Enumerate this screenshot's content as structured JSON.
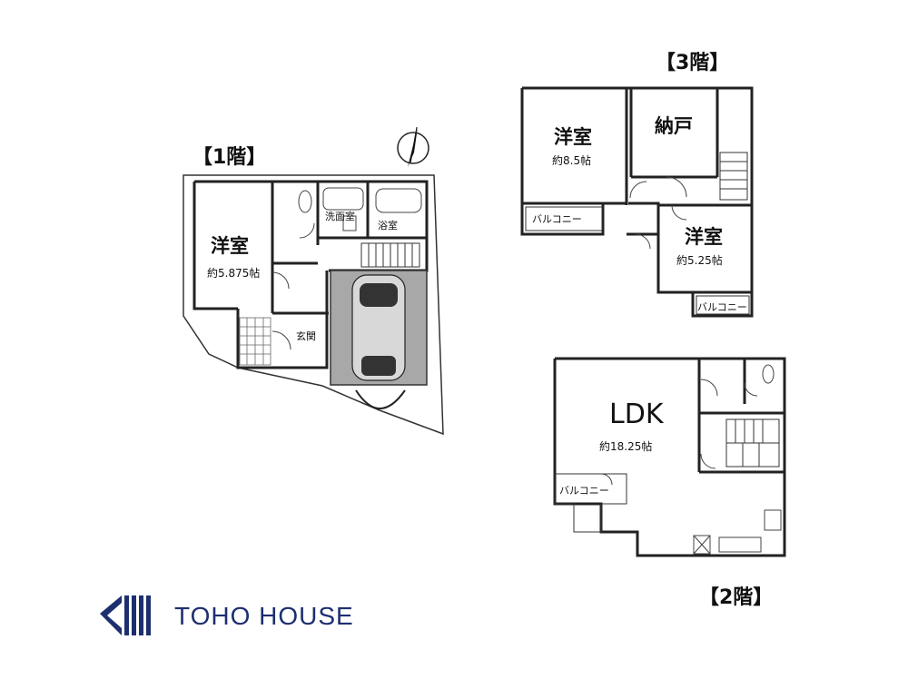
{
  "floors": {
    "first": {
      "label": "【1階】",
      "rooms": {
        "western": {
          "name": "洋室",
          "area": "約5.875帖"
        },
        "washroom": {
          "name": "洗面室"
        },
        "bath": {
          "name": "浴室"
        },
        "entrance": {
          "name": "玄関"
        }
      }
    },
    "second": {
      "label": "【2階】",
      "rooms": {
        "ldk": {
          "name": "LDK",
          "area": "約18.25帖"
        },
        "balcony": {
          "name": "バルコニー"
        }
      }
    },
    "third": {
      "label": "【3階】",
      "rooms": {
        "western_a": {
          "name": "洋室",
          "area": "約8.5帖"
        },
        "storage": {
          "name": "納戸"
        },
        "western_b": {
          "name": "洋室",
          "area": "約5.25帖"
        },
        "balcony_a": {
          "name": "バルコニー"
        },
        "balcony_b": {
          "name": "バルコニー"
        }
      }
    }
  },
  "compass": {
    "icon": "north-arrow-icon"
  },
  "brand": {
    "name": "TOHO HOUSE",
    "color": "#1d2f6f"
  }
}
